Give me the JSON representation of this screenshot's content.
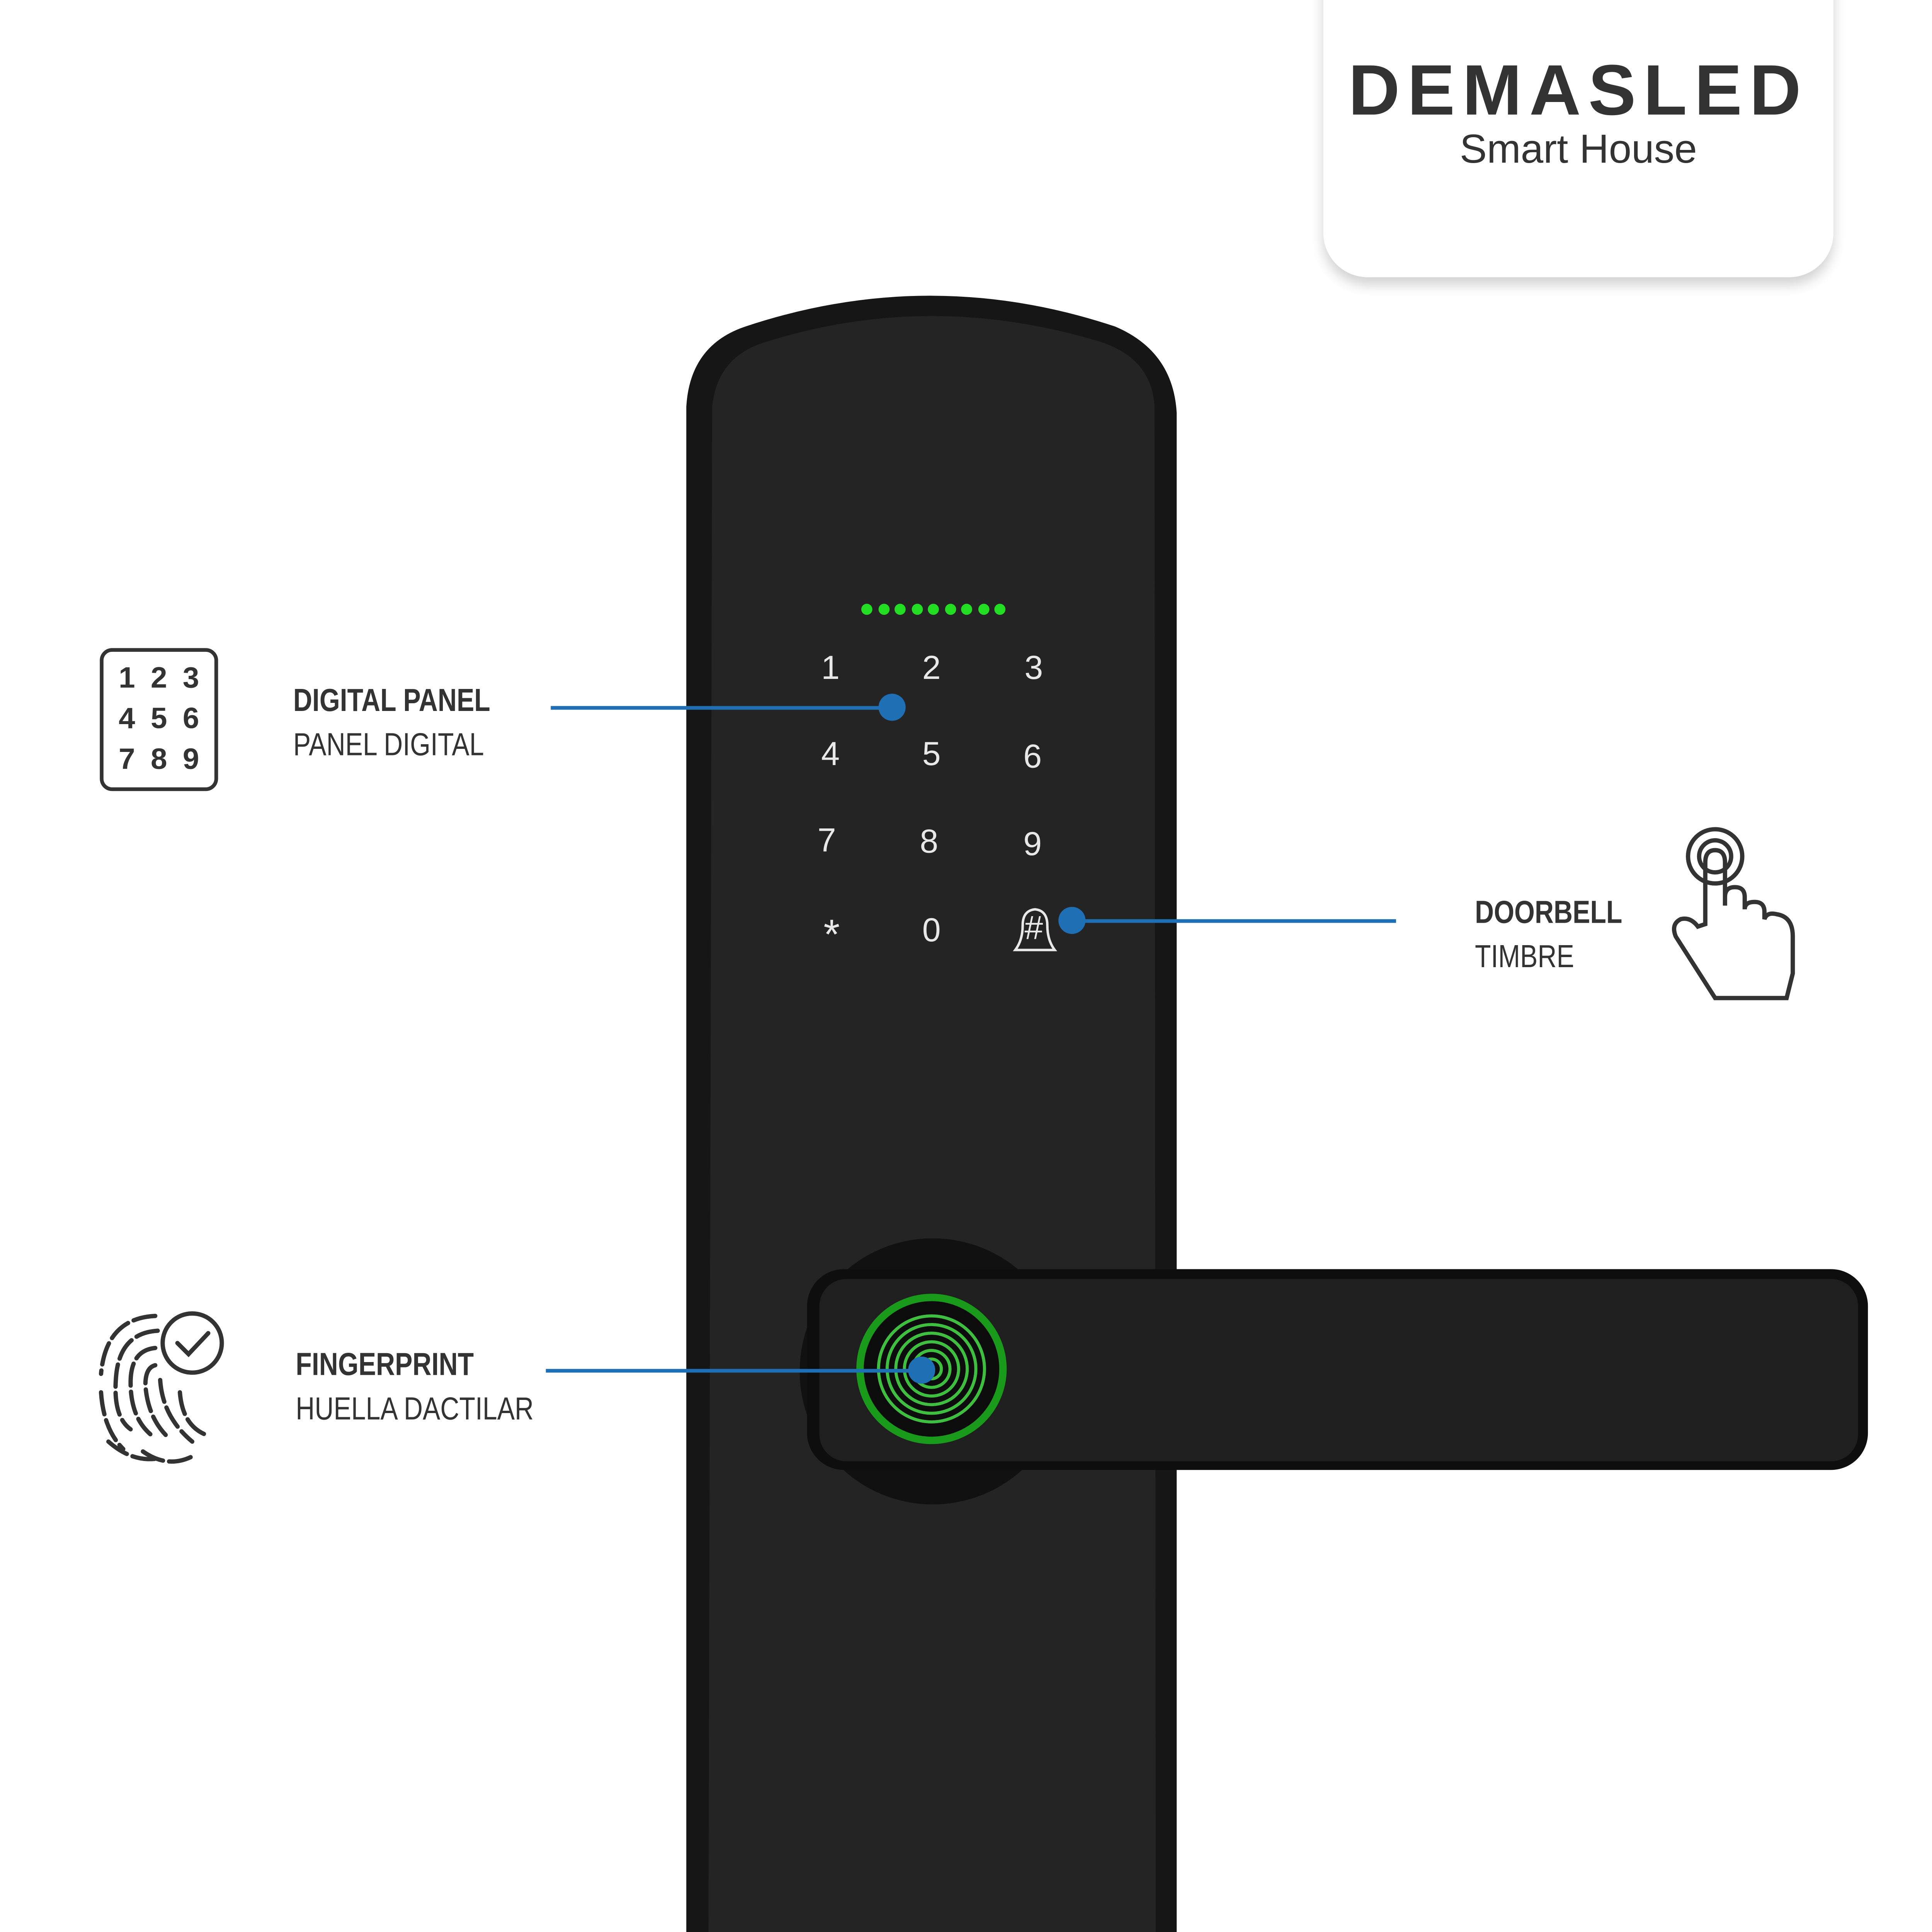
{
  "brand": {
    "name": "DEMASLED",
    "tagline": "Smart House"
  },
  "features": [
    {
      "title": "DIGITAL PANEL",
      "subtitle": "PANEL DIGITAL",
      "icon": "keypad-icon"
    },
    {
      "title": "DOORBELL",
      "subtitle": "TIMBRE",
      "icon": "touch-hand-icon"
    },
    {
      "title": "FINGERPRINT",
      "subtitle": "HUELLA DACTILAR",
      "icon": "fingerprint-check-icon"
    }
  ],
  "keypad_icon_digits": [
    "1",
    "2",
    "3",
    "4",
    "5",
    "6",
    "7",
    "8",
    "9"
  ],
  "lock_keypad": [
    "1",
    "2",
    "3",
    "4",
    "5",
    "6",
    "7",
    "8",
    "9",
    "*",
    "0",
    "#"
  ],
  "colors": {
    "callout": "#1f6fb5",
    "led": "#22dd22",
    "fingerprint": "#1a9a1a",
    "lock_body": "#222222",
    "text": "#333333"
  }
}
